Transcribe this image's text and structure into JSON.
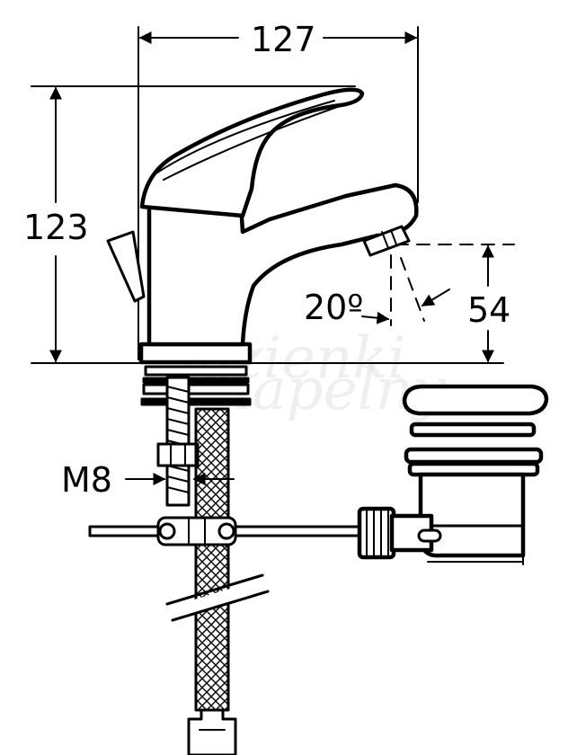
{
  "dimensions": {
    "width": "127",
    "height": "123",
    "spout_height": "54",
    "angle": "20º",
    "thread": "M8"
  },
  "watermark": "łazienki",
  "watermark2": "lapelny"
}
